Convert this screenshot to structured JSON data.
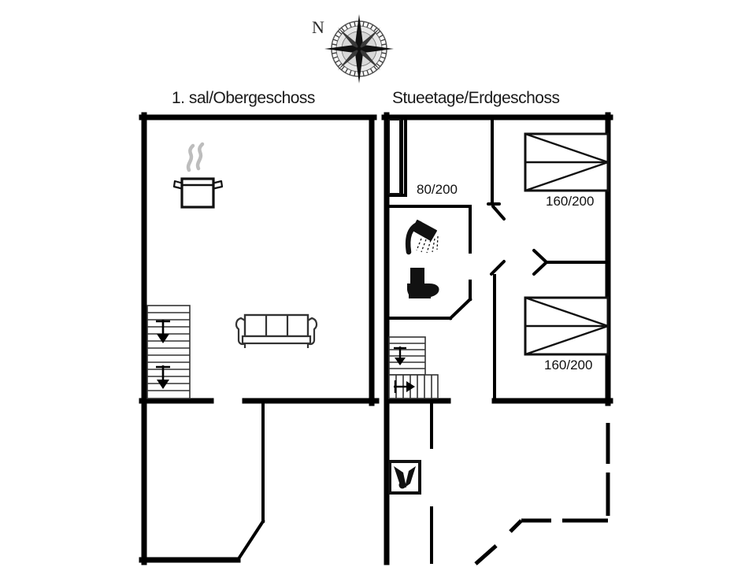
{
  "document": {
    "kind": "floor-plan",
    "background_color": "#ffffff",
    "line_color": "#000000"
  },
  "compass": {
    "north_label": "N",
    "icon": "compass-rose-icon"
  },
  "floors": [
    {
      "id": "upper",
      "title": "1. sal/Obergeschoss",
      "icons": [
        {
          "name": "cooking-pot-icon",
          "label": ""
        },
        {
          "name": "sofa-icon",
          "label": ""
        },
        {
          "name": "staircase-down-icon",
          "label": ""
        }
      ]
    },
    {
      "id": "ground",
      "title": "Stueetage/Erdgeschoss",
      "icons": [
        {
          "name": "shower-icon",
          "label": ""
        },
        {
          "name": "toilet-icon",
          "label": ""
        },
        {
          "name": "staircase-down-icon",
          "label": ""
        },
        {
          "name": "utility-appliance-icon",
          "label": ""
        }
      ]
    }
  ],
  "dimensions": {
    "single_bed": "80/200",
    "double_bed_upper": "160/200",
    "double_bed_lower": "160/200"
  },
  "beds": [
    {
      "name": "single-bed",
      "size": "80/200",
      "floor": "ground"
    },
    {
      "name": "double-bed-upper",
      "size": "160/200",
      "floor": "ground"
    },
    {
      "name": "double-bed-lower",
      "size": "160/200",
      "floor": "ground"
    }
  ]
}
